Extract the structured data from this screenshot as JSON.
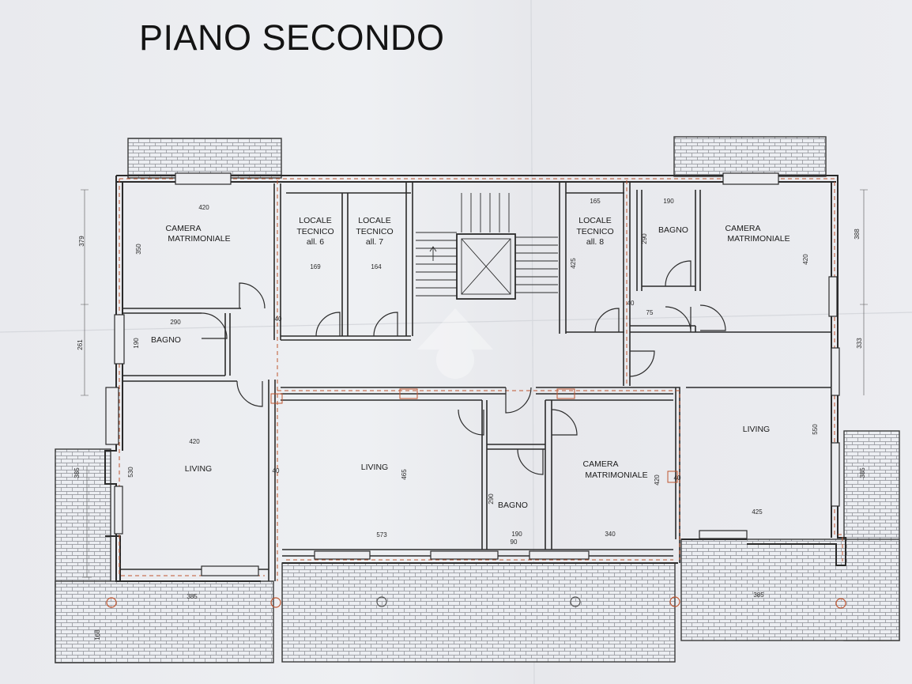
{
  "title": "PIANO SECONDO",
  "rooms": {
    "camera_left": [
      "CAMERA",
      "MATRIMONIALE"
    ],
    "locale6": [
      "LOCALE",
      "TECNICO",
      "all. 6"
    ],
    "locale7": [
      "LOCALE",
      "TECNICO",
      "all. 7"
    ],
    "locale8": [
      "LOCALE",
      "TECNICO",
      "all. 8"
    ],
    "bagno_right": "BAGNO",
    "camera_right": [
      "CAMERA",
      "MATRIMONIALE"
    ],
    "bagno_left": "BAGNO",
    "living_left": "LIVING",
    "living_center": "LIVING",
    "camera_center": [
      "CAMERA",
      "MATRIMONIALE"
    ],
    "bagno_center": "BAGNO",
    "living_right": "LIVING"
  },
  "dimensions": {
    "d420_top": "420",
    "d350": "350",
    "d290_left": "290",
    "d190_left": "190",
    "d40_a": "40",
    "d169": "169",
    "d164": "164",
    "d165": "165",
    "d425_a": "425",
    "d40_b": "40",
    "d190_right": "190",
    "d290_right": "290",
    "d75": "75",
    "d420_right": "420",
    "d388": "388",
    "d333": "333",
    "d379": "379",
    "d261": "261",
    "d420_living": "420",
    "d530": "530",
    "d40_c": "40",
    "d465": "465",
    "d573": "573",
    "d290_center": "290",
    "d190_center": "190",
    "d90": "90",
    "d420_center": "420",
    "d340": "340",
    "d40_d": "40",
    "d550": "550",
    "d425_b": "425",
    "d385_a": "385",
    "d385_b": "385",
    "d385_c": "385",
    "d385_d": "385",
    "d168": "168"
  }
}
